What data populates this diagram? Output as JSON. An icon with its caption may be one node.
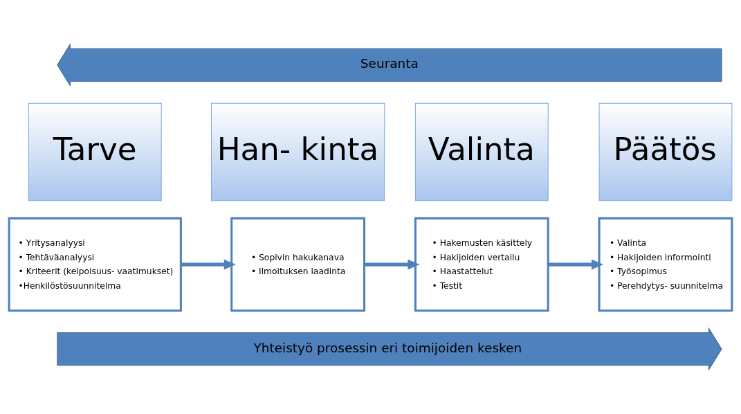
{
  "diagram": {
    "nodes": [
      {
        "text": [
          "Seuranta"
        ]
      },
      {
        "text": [
          "Tarve"
        ]
      },
      {
        "text": [
          "Han- kinta"
        ]
      },
      {
        "text": [
          "Valinta"
        ]
      },
      {
        "text": [
          "Päätös"
        ]
      },
      {
        "text": [
          "• Yritysanalyysi",
          "• Tehtäväanalyysi",
          "• Kriteerit (kelpoisuus- vaatimukset)",
          "•Henkilöstösuunnitelma"
        ]
      },
      {
        "text": [
          "• Sopivin hakukanava",
          "• Ilmoituksen laadinta"
        ]
      },
      {
        "text": [
          "• Hakemusten käsittely",
          "• Hakijoiden vertailu",
          "• Haastattelut",
          "• Testit"
        ]
      },
      {
        "text": [
          "• Valinta",
          "• Hakijoiden informointi",
          "• Työsopimus",
          "• Perehdytys- suunnitelma"
        ]
      },
      {
        "text": [
          "Yhteistyö prosessin eri toimijoiden kesken"
        ]
      }
    ],
    "edges": [
      {
        "from": 5,
        "to": 6,
        "arrow": "to"
      },
      {
        "from": 6,
        "to": 7,
        "arrow": "to"
      },
      {
        "from": 7,
        "to": 8,
        "arrow": "to"
      }
    ]
  }
}
